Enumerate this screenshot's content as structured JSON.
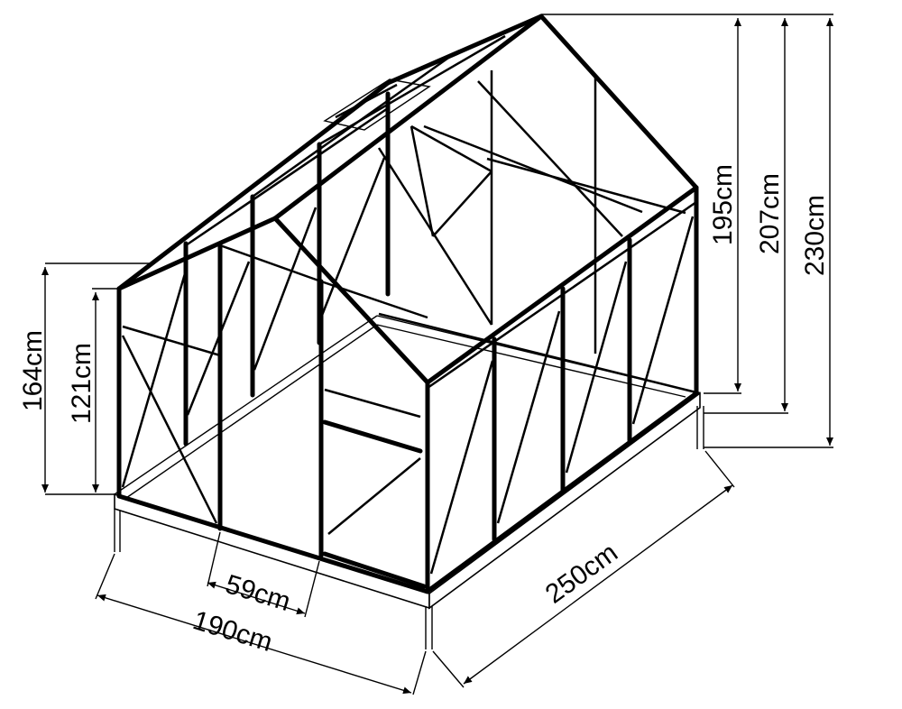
{
  "diagram": {
    "subject": "greenhouse-frame",
    "labels": {
      "h_left_outer": "164cm",
      "h_left_inner": "121cm",
      "h_right_195": "195cm",
      "h_right_207": "207cm",
      "h_right_230": "230cm",
      "door_width": "59cm",
      "width": "190cm",
      "length": "250cm"
    }
  }
}
